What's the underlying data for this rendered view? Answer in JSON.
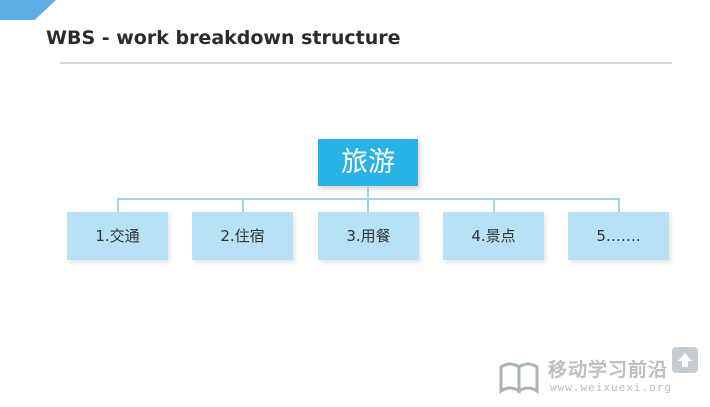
{
  "slide": {
    "title": "WBS - work breakdown structure"
  },
  "diagram": {
    "root": "旅游",
    "children": [
      "1.交通",
      "2.住宿",
      "3.用餐",
      "4.景点",
      "5……."
    ]
  },
  "watermark": {
    "name": "移动学习前沿",
    "url": "www.weixuexi.org",
    "icon": "open-book-icon"
  },
  "colors": {
    "accent": "#5aaee3",
    "root_fill": "#29b2e6",
    "child_fill": "#b7e2f5",
    "connector": "#9fd4ee"
  }
}
